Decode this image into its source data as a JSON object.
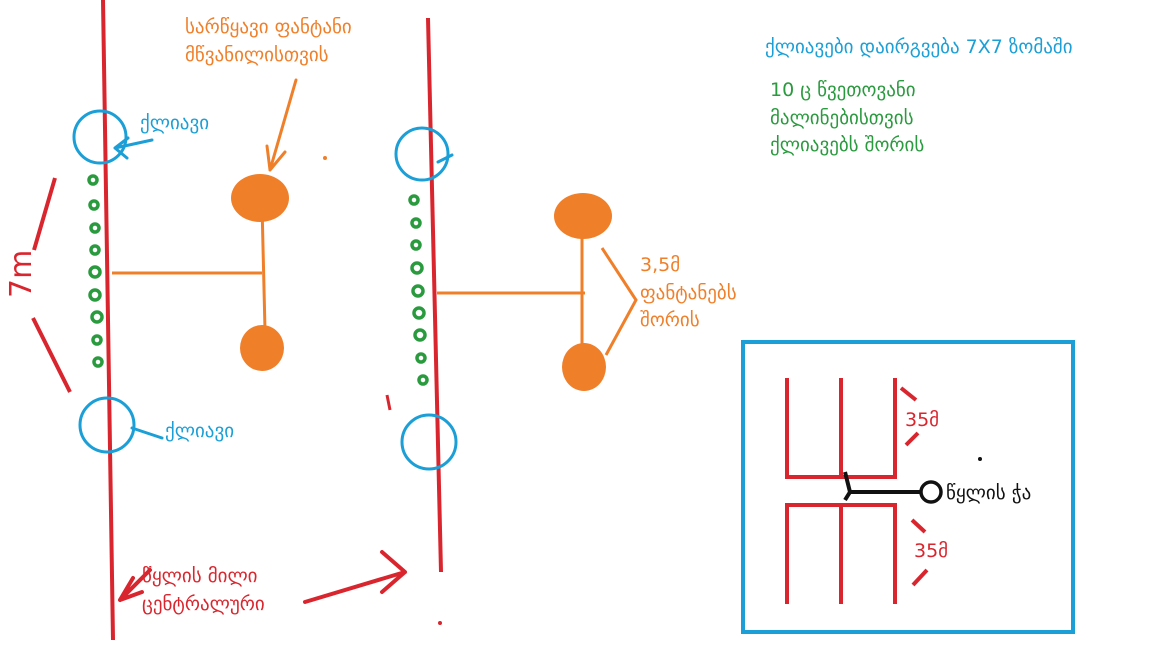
{
  "labels": {
    "sprinkler_title": "სარწყავი ფანტანი\nმწვანილისთვის",
    "peg_top": "ქლიავი",
    "peg_bottom": "ქლიავი",
    "distance_7m": "7m",
    "distance_35": "3,5მ\nფანტანებს\nშორის",
    "plant_info": "ქლიავები დაირგვება 7X7 ზომაში",
    "raspberry_info": "10 ც წვეთოვანი\nმალინებისთვის\nქლიავებს შორის",
    "water_main": "წყლის მილი\nცენტრალური",
    "inset_top_dim": "35მ",
    "inset_bottom_dim": "35მ",
    "well": "წყლის ჭა"
  },
  "colors": {
    "red": "#d9262e",
    "blue": "#1b9fd6",
    "orange": "#f07f2a",
    "green": "#2a9a3e",
    "black": "#111111"
  }
}
